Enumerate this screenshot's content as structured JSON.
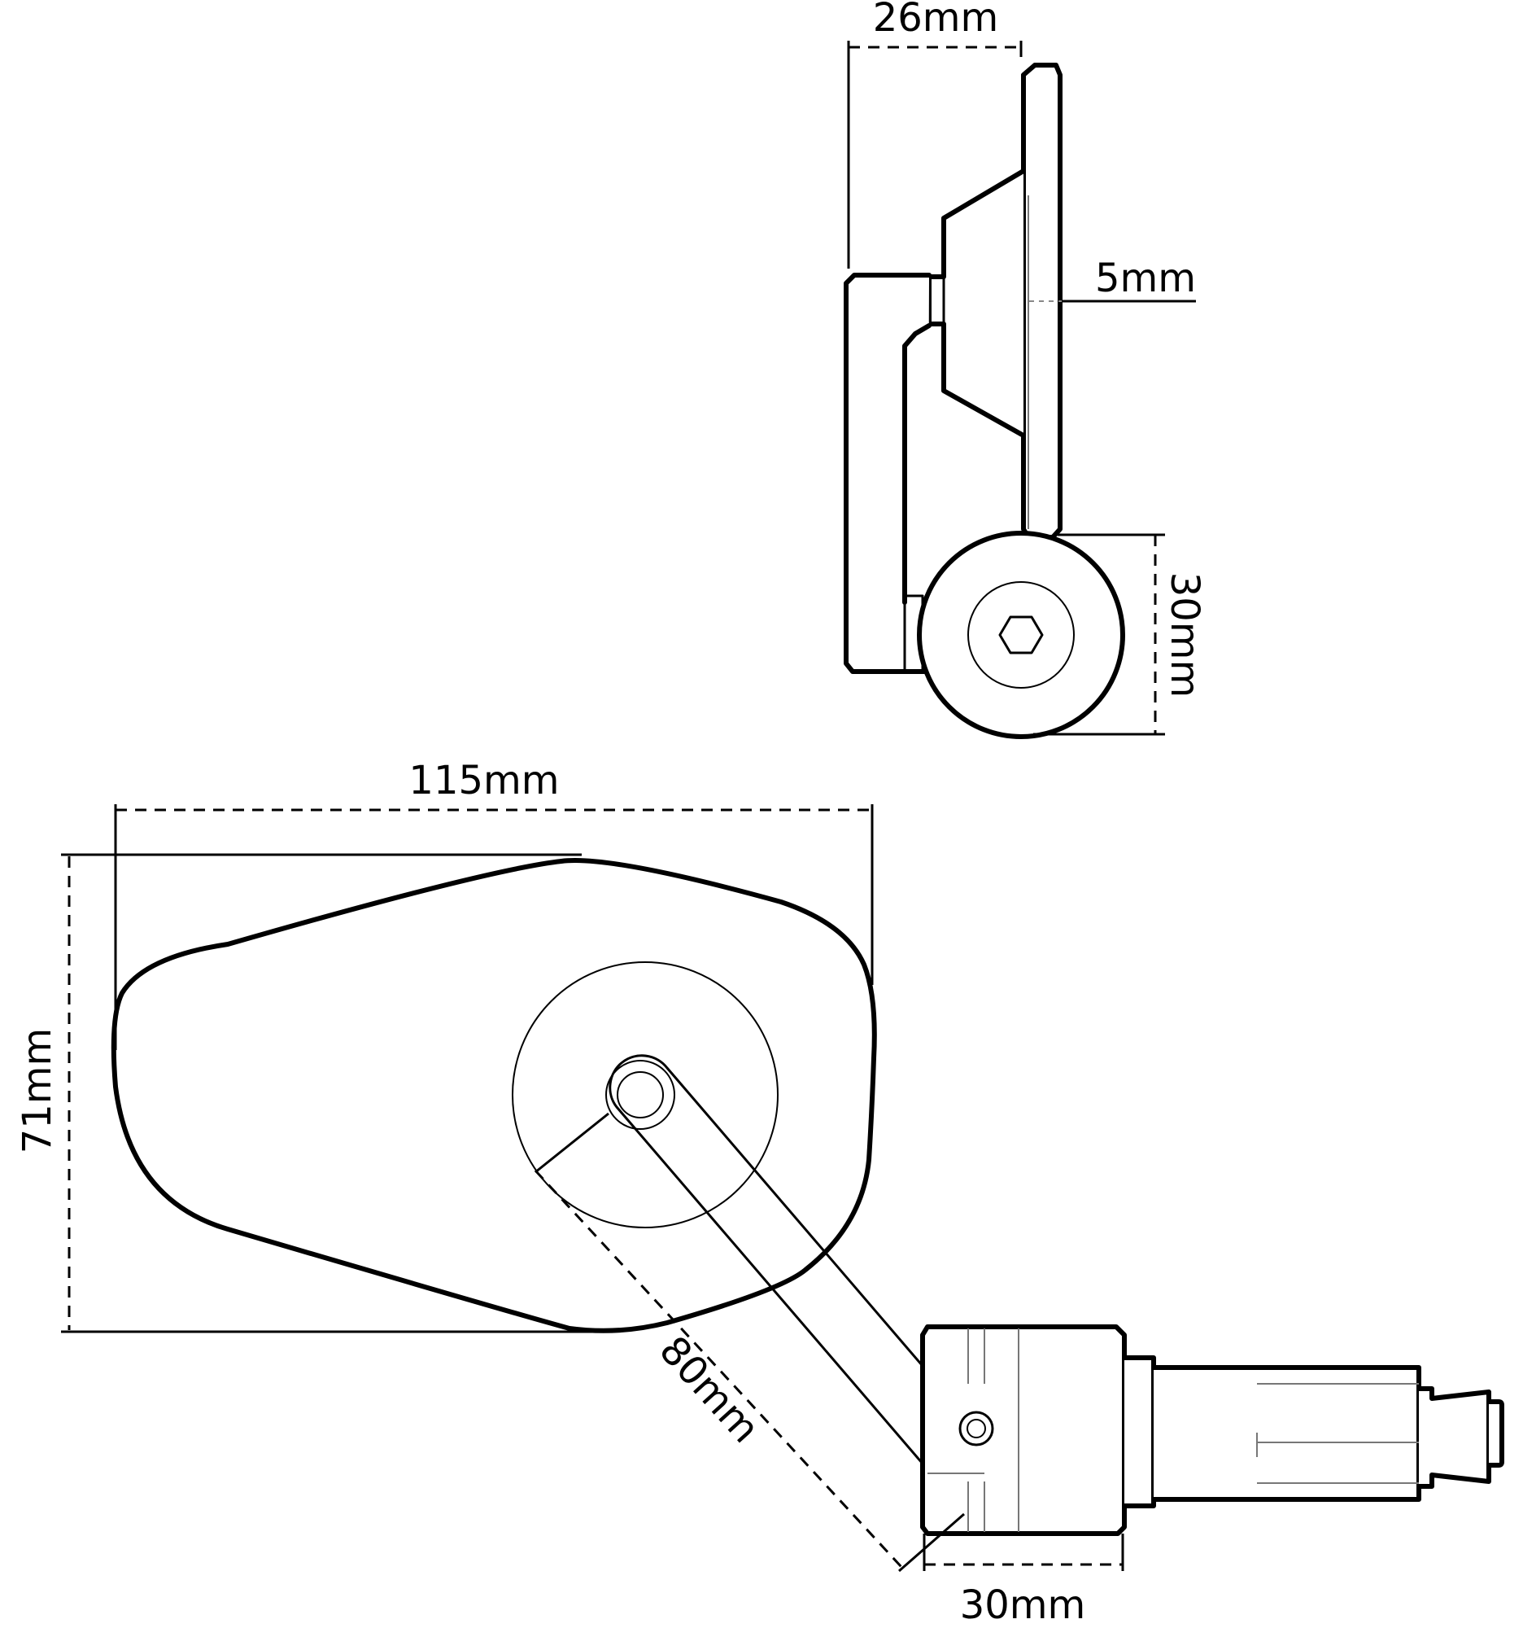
{
  "dimensions": {
    "side_width": "26mm",
    "plate_thickness": "5mm",
    "clamp_height_side": "30mm",
    "mirror_width": "115mm",
    "mirror_height": "71mm",
    "arm_length": "80mm",
    "clamp_width_front": "30mm"
  },
  "colors": {
    "line": "#000000",
    "background": "#ffffff"
  }
}
